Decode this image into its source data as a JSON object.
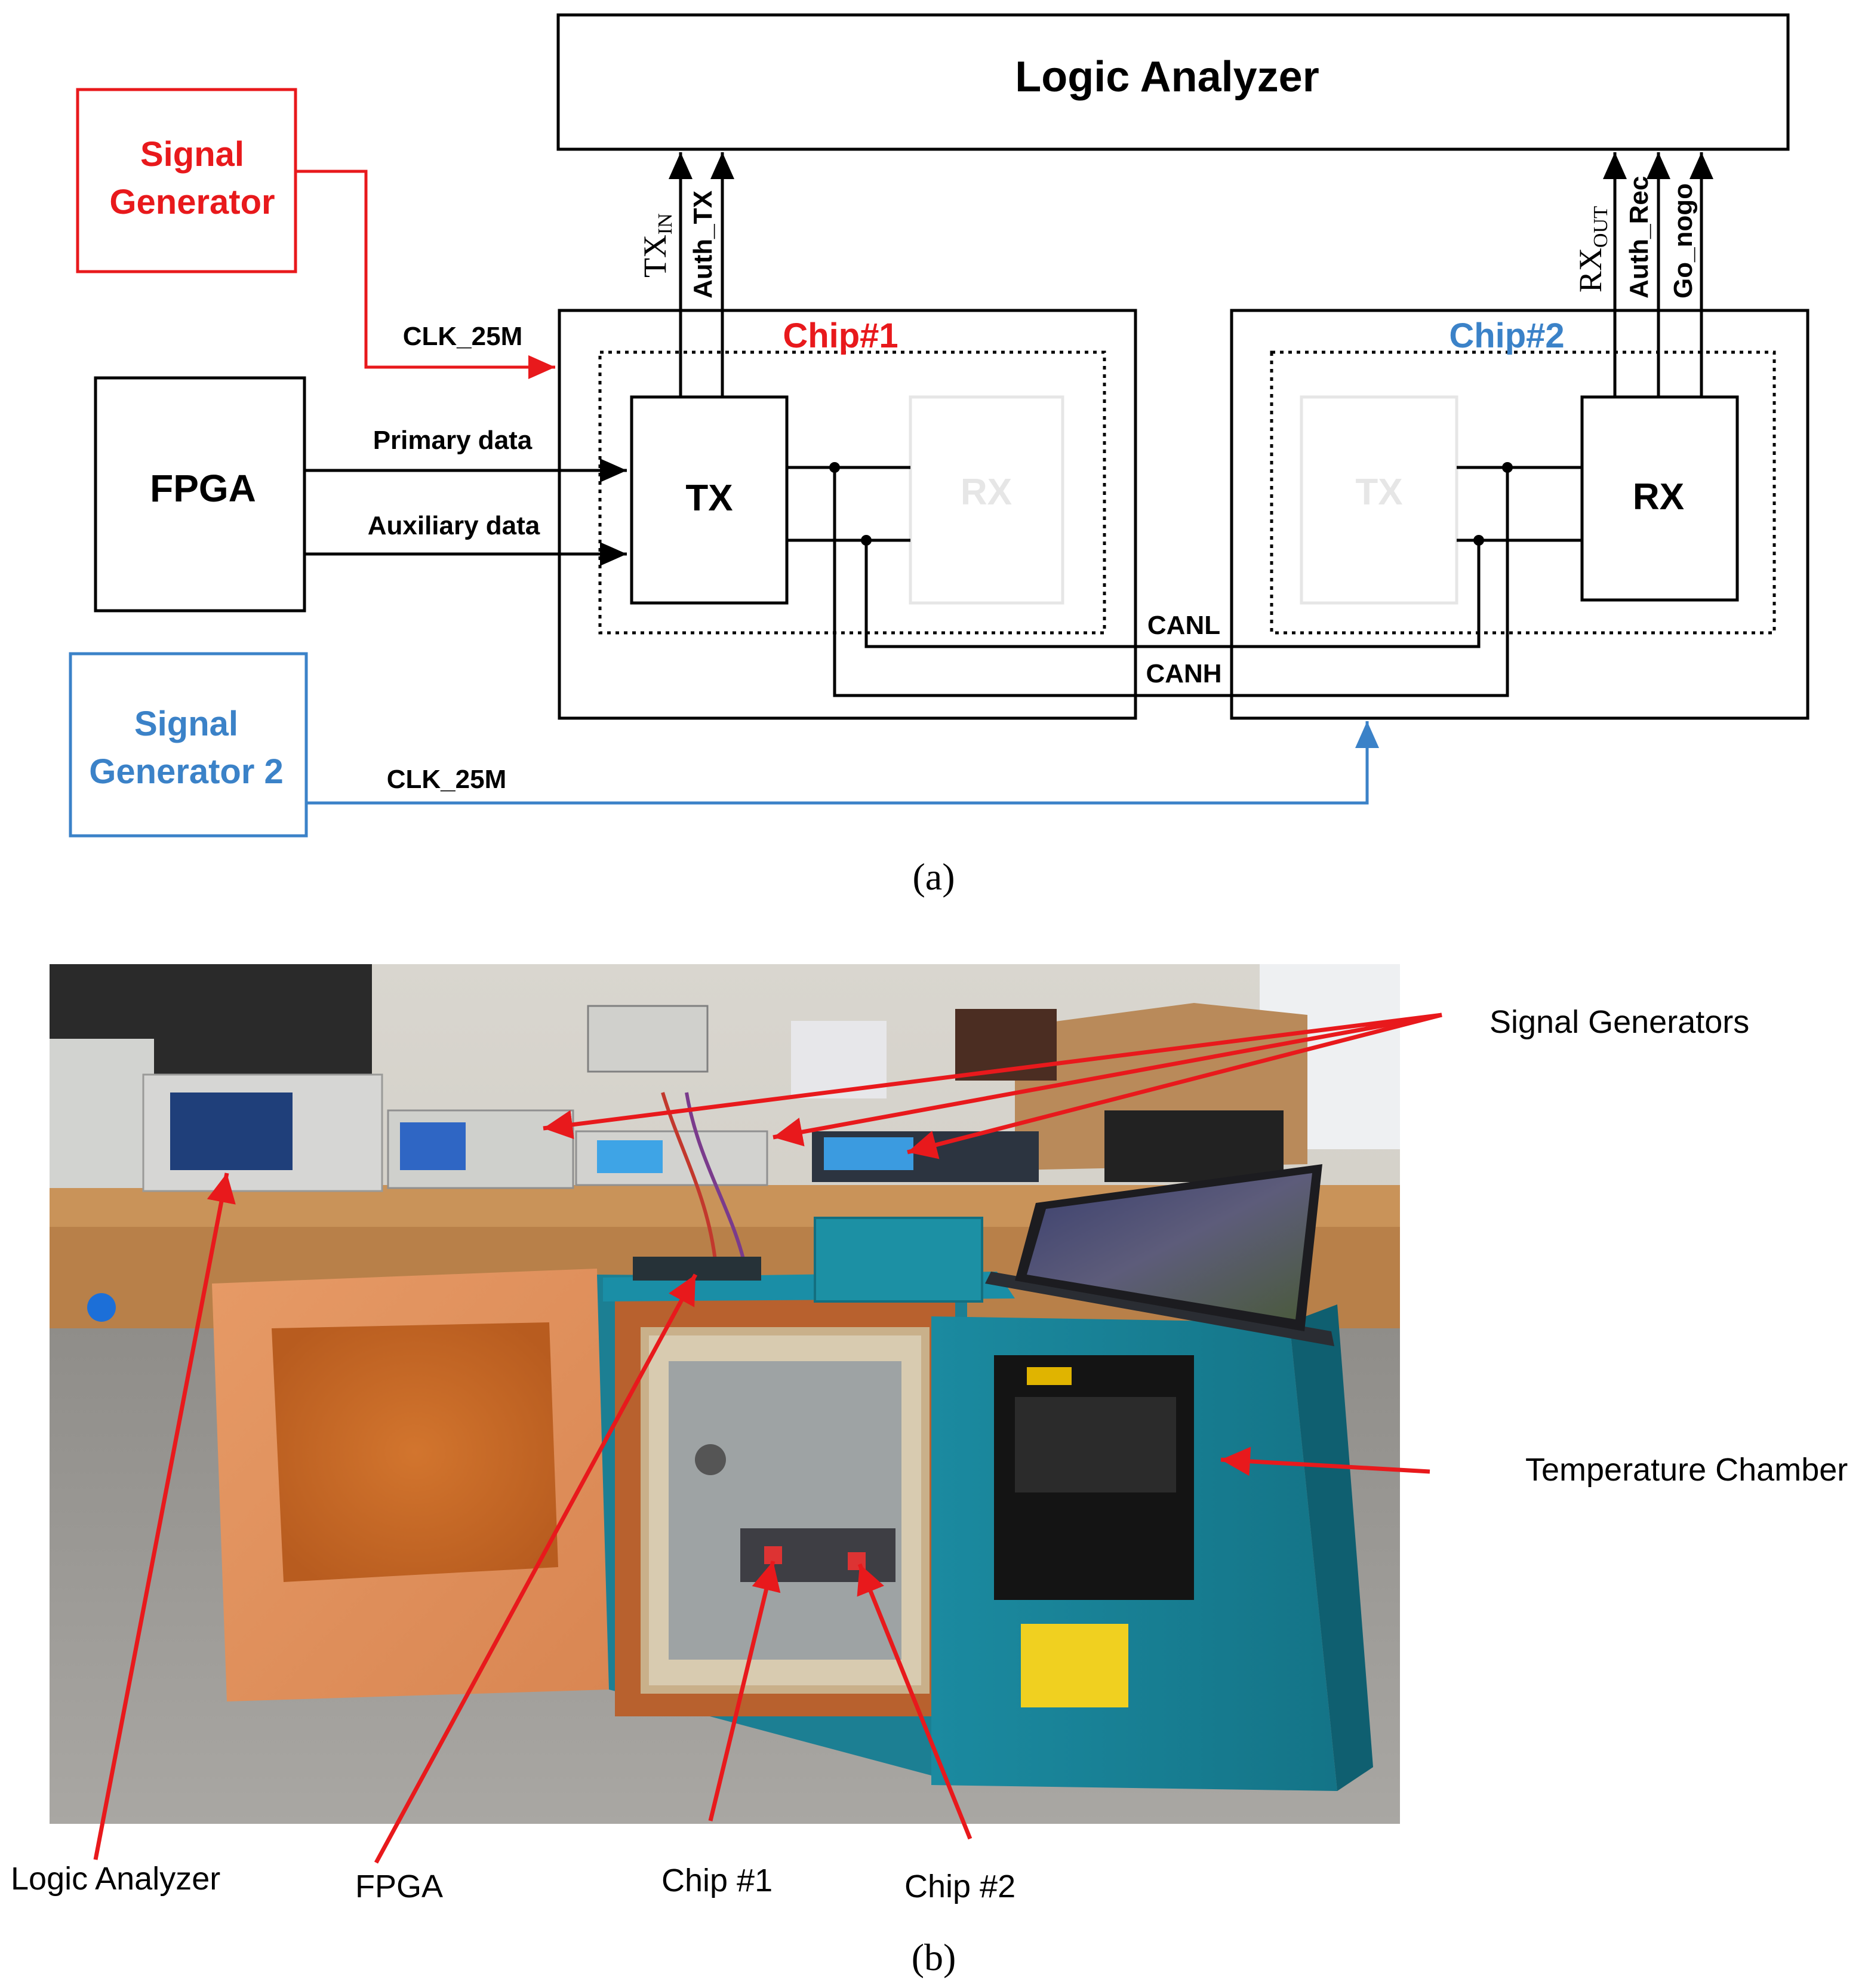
{
  "colors": {
    "red": "#e8191c",
    "blue": "#3b82c8",
    "black": "#000000",
    "ghost": "#e6e6e6"
  },
  "panel_a": {
    "logic_analyzer": "Logic Analyzer",
    "signal_generator_1": [
      "Signal",
      "Generator"
    ],
    "signal_generator_2": [
      "Signal",
      "Generator 2"
    ],
    "fpga": "FPGA",
    "chip1": "Chip#1",
    "chip2": "Chip#2",
    "chip1_tx": "TX",
    "chip1_rx": "RX",
    "chip2_tx": "TX",
    "chip2_rx": "RX",
    "clk1": "CLK_25M",
    "clk2": "CLK_25M",
    "primary_data": "Primary data",
    "auxiliary_data": "Auxiliary data",
    "canl": "CANL",
    "canh": "CANH",
    "tx_in": "TX",
    "tx_in_sub": "IN",
    "auth_tx": "Auth_TX",
    "rx_out": "RX",
    "rx_out_sub": "OUT",
    "auth_rec": "Auth_Rec",
    "go_nogo": "Go_nogo",
    "caption": "(a)"
  },
  "panel_b": {
    "labels": {
      "signal_generators": "Signal Generators",
      "temperature_chamber": "Temperature Chamber",
      "logic_analyzer": "Logic Analyzer",
      "fpga": "FPGA",
      "chip1": "Chip #1",
      "chip2": "Chip #2"
    },
    "caption": "(b)"
  }
}
